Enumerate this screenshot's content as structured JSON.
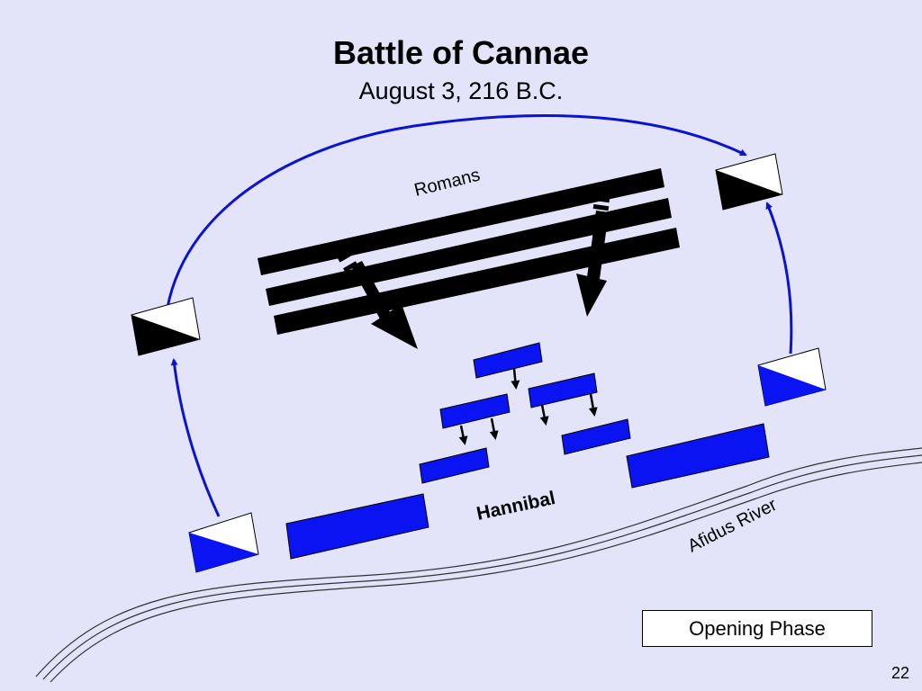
{
  "slide": {
    "title": "Battle of Cannae",
    "subtitle": "August 3, 216 B.C.",
    "phase_label": "Opening Phase",
    "page_number": "22"
  },
  "diagram": {
    "romans_label": "Romans",
    "hannibal_label": "Hannibal",
    "river_label": "Afidus River",
    "colors": {
      "background": "#e3e3f9",
      "carthaginian": "#0a14f2",
      "roman": "#000000",
      "route": "#0a14cc"
    }
  }
}
